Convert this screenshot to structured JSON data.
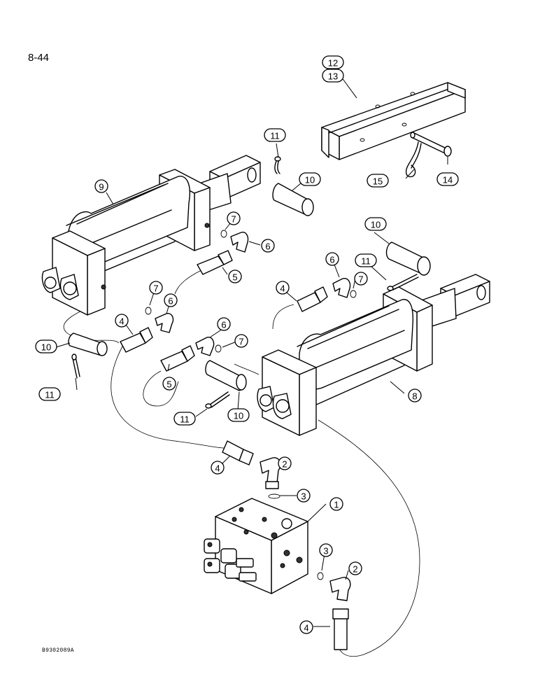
{
  "page_number": "8-44",
  "figure_code": "B9302089A",
  "callouts": [
    {
      "id": "c12",
      "text": "12",
      "shape": "oval"
    },
    {
      "id": "c13",
      "text": "13",
      "shape": "oval"
    },
    {
      "id": "c11a",
      "text": "11",
      "shape": "oval"
    },
    {
      "id": "c10a",
      "text": "10",
      "shape": "oval"
    },
    {
      "id": "c15",
      "text": "15",
      "shape": "oval"
    },
    {
      "id": "c14",
      "text": "14",
      "shape": "oval"
    },
    {
      "id": "c9",
      "text": "9",
      "shape": "circle"
    },
    {
      "id": "c7a",
      "text": "7",
      "shape": "circle"
    },
    {
      "id": "c6a",
      "text": "6",
      "shape": "circle"
    },
    {
      "id": "c5a",
      "text": "5",
      "shape": "circle"
    },
    {
      "id": "c10b",
      "text": "10",
      "shape": "oval"
    },
    {
      "id": "c11b",
      "text": "11",
      "shape": "oval"
    },
    {
      "id": "c6b",
      "text": "6",
      "shape": "circle"
    },
    {
      "id": "c7b",
      "text": "7",
      "shape": "circle"
    },
    {
      "id": "c4a",
      "text": "4",
      "shape": "circle"
    },
    {
      "id": "c7c",
      "text": "7",
      "shape": "circle"
    },
    {
      "id": "c6c",
      "text": "6",
      "shape": "circle"
    },
    {
      "id": "c4b",
      "text": "4",
      "shape": "circle"
    },
    {
      "id": "c6d",
      "text": "6",
      "shape": "circle"
    },
    {
      "id": "c7d",
      "text": "7",
      "shape": "circle"
    },
    {
      "id": "c10c",
      "text": "10",
      "shape": "oval"
    },
    {
      "id": "c11c",
      "text": "11",
      "shape": "oval"
    },
    {
      "id": "c5b",
      "text": "5",
      "shape": "circle"
    },
    {
      "id": "c8",
      "text": "8",
      "shape": "circle"
    },
    {
      "id": "c11d",
      "text": "11",
      "shape": "oval"
    },
    {
      "id": "c10d",
      "text": "10",
      "shape": "oval"
    },
    {
      "id": "c4c",
      "text": "4",
      "shape": "circle"
    },
    {
      "id": "c2a",
      "text": "2",
      "shape": "circle"
    },
    {
      "id": "c3a",
      "text": "3",
      "shape": "circle"
    },
    {
      "id": "c1",
      "text": "1",
      "shape": "circle"
    },
    {
      "id": "c3b",
      "text": "3",
      "shape": "circle"
    },
    {
      "id": "c2b",
      "text": "2",
      "shape": "circle"
    },
    {
      "id": "c4d",
      "text": "4",
      "shape": "circle"
    }
  ]
}
